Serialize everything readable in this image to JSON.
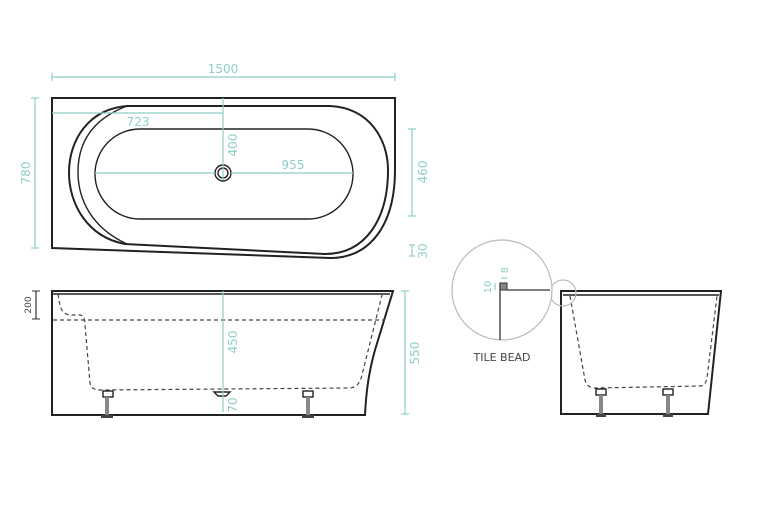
{
  "top_view": {
    "width": "1500",
    "depth": "780",
    "drain_offset": "723",
    "drain_depth": "400",
    "inner_length": "955",
    "inner_width": "460",
    "rim": "30"
  },
  "side_view": {
    "seat_height": "200",
    "water_depth": "450",
    "floor_height": "70",
    "total_height": "550"
  },
  "detail": {
    "label": "TILE BEAD",
    "bead_width": "8",
    "bead_height": "10"
  },
  "colors": {
    "dimension": "#8ecfc7",
    "outline": "#222222"
  }
}
